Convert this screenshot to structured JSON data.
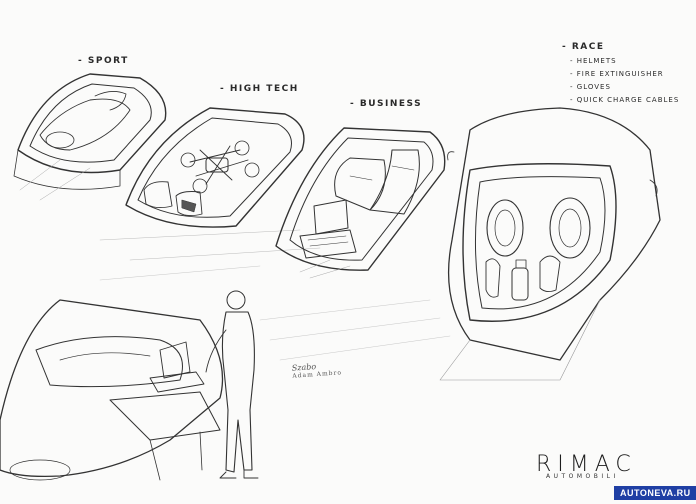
{
  "labels": {
    "sport": "Sport",
    "high_tech": "High Tech",
    "business": "Business",
    "race": "Race"
  },
  "race_items": [
    "Helmets",
    "Fire extinguisher",
    "Gloves",
    "Quick charge cables"
  ],
  "signature": {
    "name": "Szabo",
    "sub": "Adam Ambro"
  },
  "brand": {
    "name": "RIMAC",
    "subtitle": "AUTOMOBILI"
  },
  "watermark": "AUTONEVA.RU",
  "colors": {
    "ink": "#2a2a2a",
    "paper": "#fbfbfa",
    "watermark_bg": "#1f3fa4"
  }
}
